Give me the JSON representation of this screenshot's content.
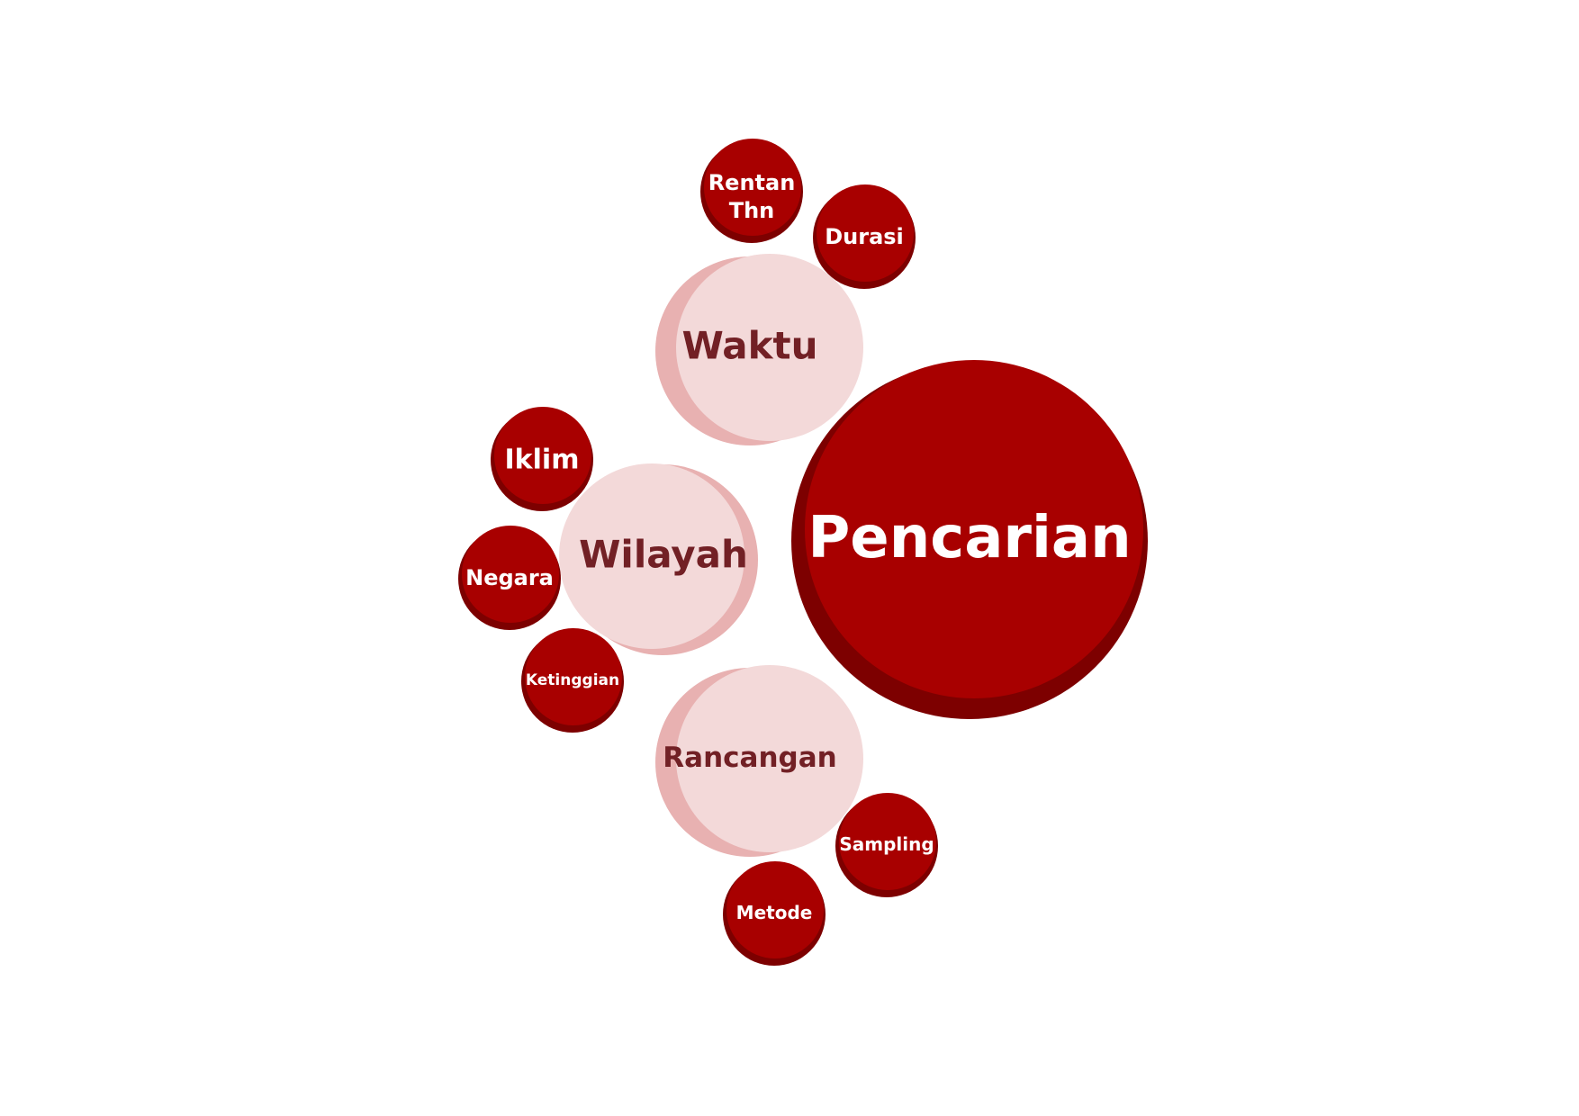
{
  "diagram": {
    "center": {
      "label": "Pencarian"
    },
    "branches": [
      {
        "label": "Waktu",
        "children": [
          {
            "lines": [
              "Rentan",
              "Thn"
            ]
          },
          {
            "lines": [
              "Durasi"
            ]
          }
        ]
      },
      {
        "label": "Wilayah",
        "children": [
          {
            "lines": [
              "Iklim"
            ]
          },
          {
            "lines": [
              "Negara"
            ]
          },
          {
            "lines": [
              "Ketinggian"
            ]
          }
        ]
      },
      {
        "label": "Rancangan",
        "children": [
          {
            "lines": [
              "Sampling"
            ]
          },
          {
            "lines": [
              "Metode"
            ]
          }
        ]
      }
    ]
  },
  "colors": {
    "dark_red": "#a80000",
    "dark_red_shadow": "#7d0000",
    "pink_fill": "#f3d9d9",
    "pink_crescent": "#e8b1b1",
    "pink_text": "#722025",
    "white_text": "#ffffff"
  }
}
